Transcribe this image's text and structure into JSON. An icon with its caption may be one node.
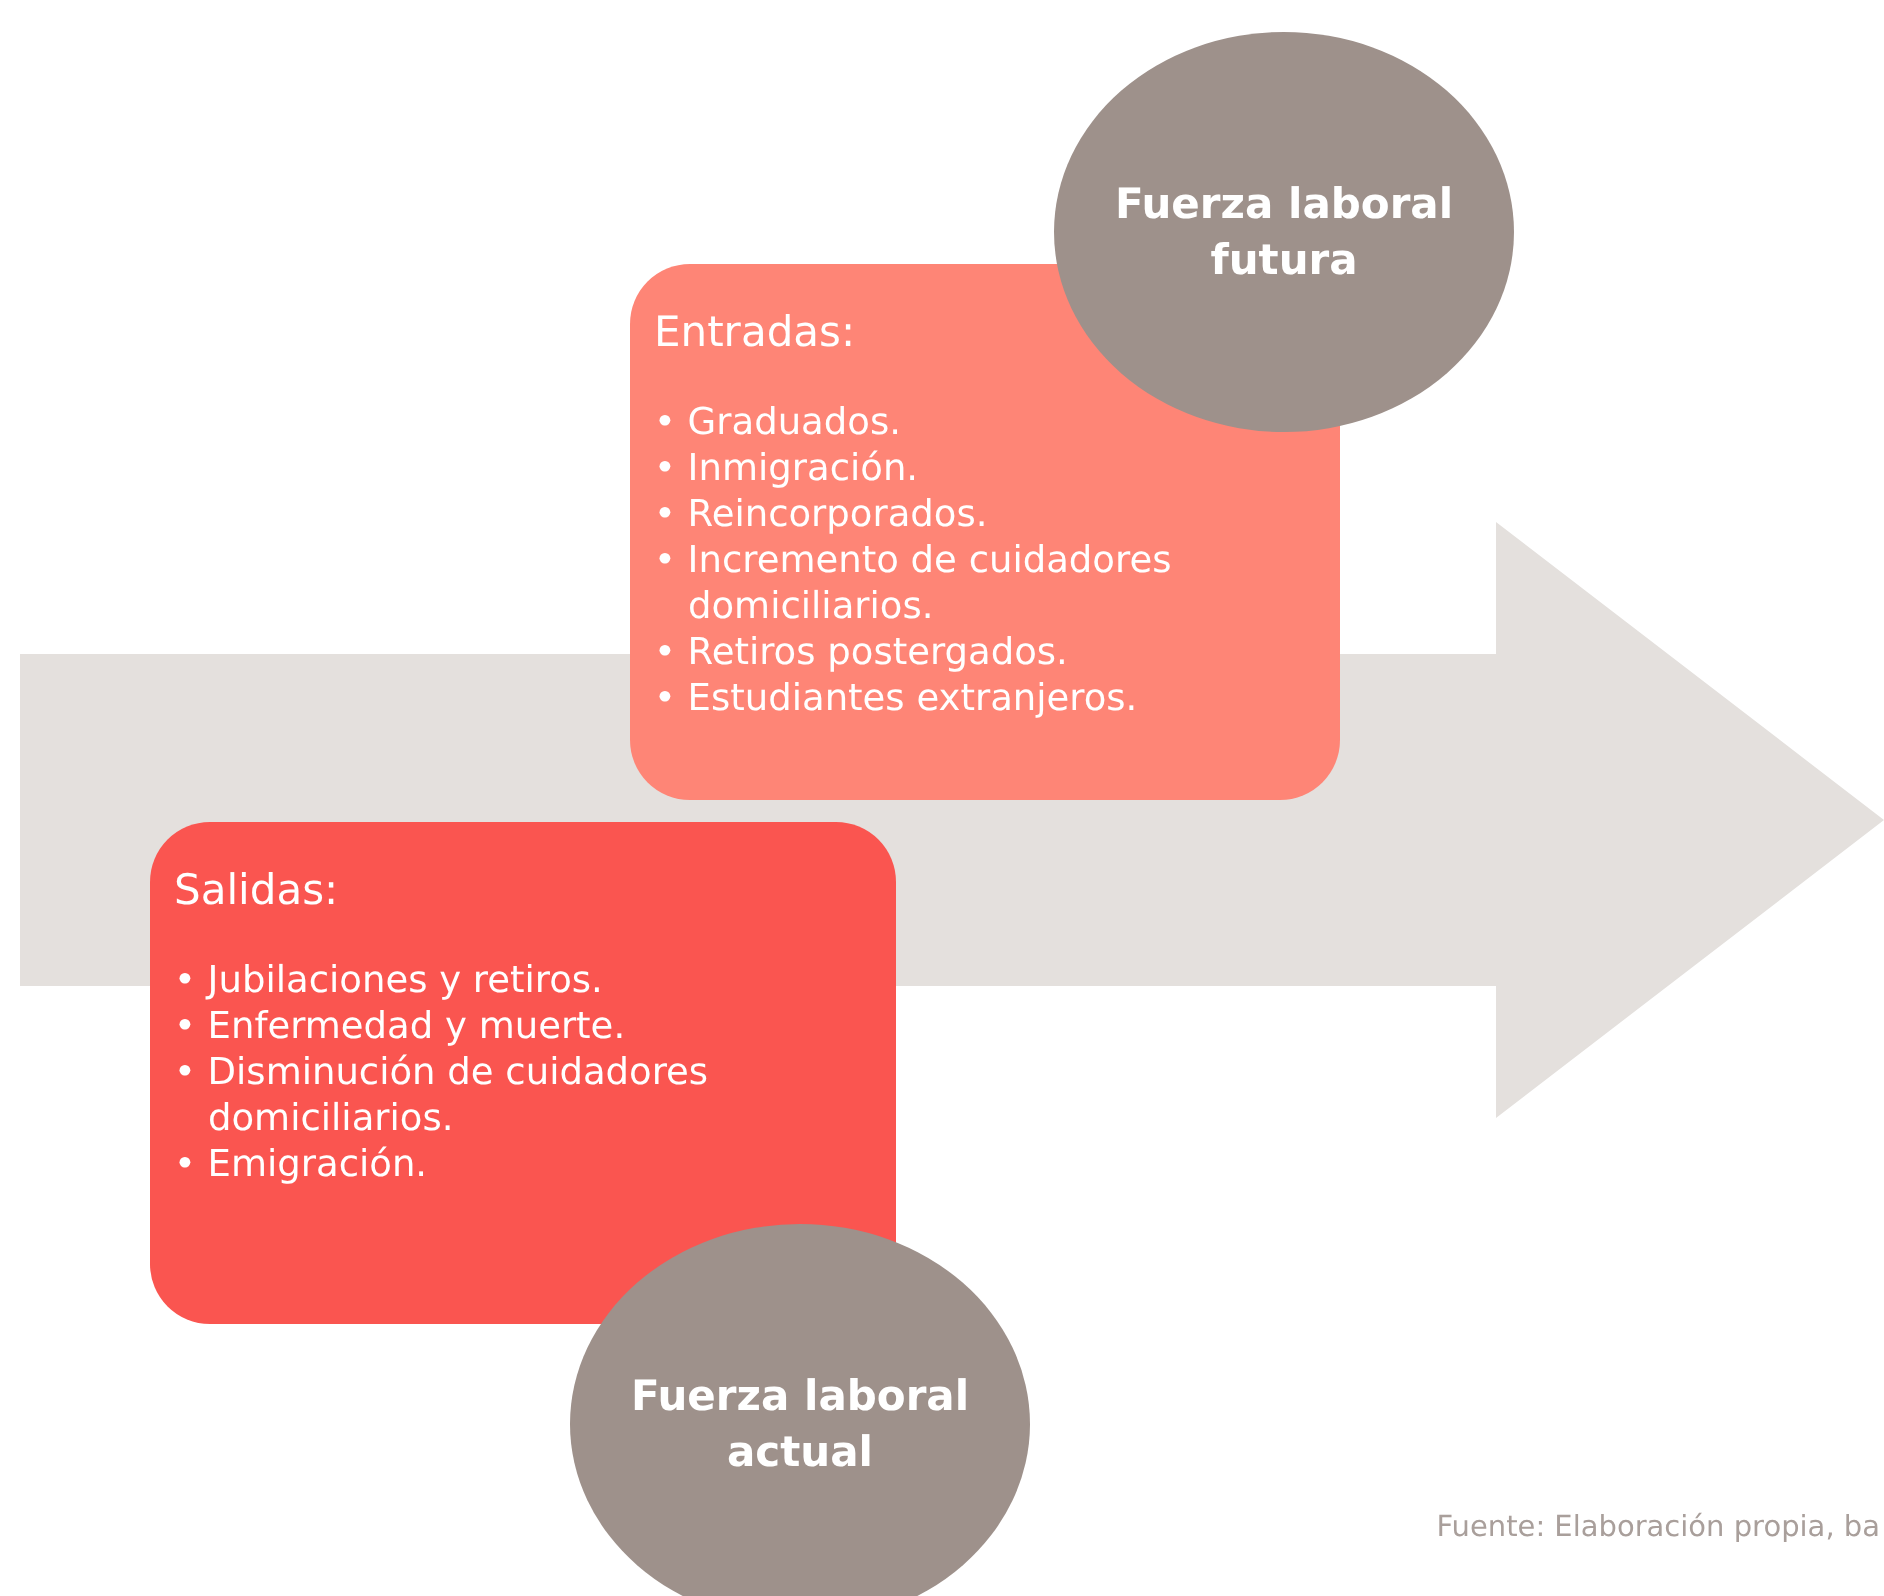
{
  "diagram": {
    "nodes": [
      {
        "text": [
          "Entradas:",
          "• Graduados.",
          "• Inmigración.",
          "• Reincorporados.",
          "• Incremento de cuidadores domiciliarios.",
          "• Retiros postergados.",
          "• Estudiantes extranjeros."
        ]
      },
      {
        "text": [
          "Fuerza laboral futura"
        ]
      },
      {
        "text": [
          "Salidas:",
          "• Jubilaciones y retiros.",
          "• Enfermedad y muerte.",
          "• Disminución de cuidadores domiciliarios.",
          "• Emigración."
        ]
      },
      {
        "text": [
          "Fuerza laboral actual"
        ]
      }
    ],
    "edges": [
      {
        "from": 2,
        "to": 0,
        "arrow": "to",
        "style": "thick"
      }
    ],
    "labels": [
      "Fuente: Elaboración propia, ba"
    ]
  }
}
